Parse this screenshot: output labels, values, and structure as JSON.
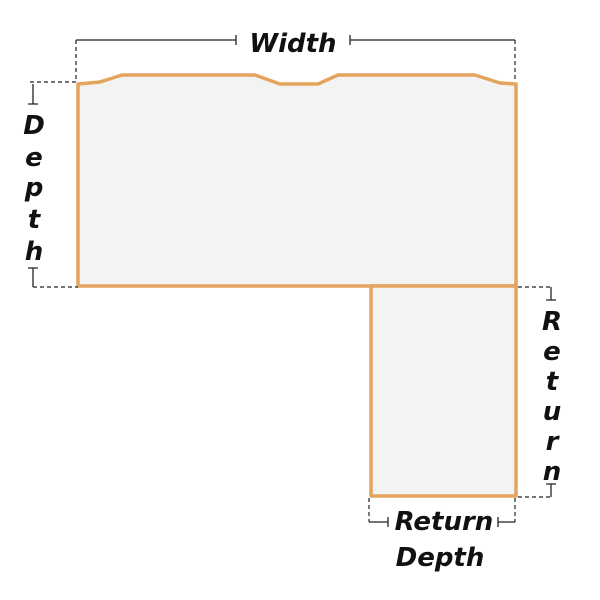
{
  "labels": {
    "width": "Width",
    "depth": [
      "D",
      "e",
      "p",
      "t",
      "h"
    ],
    "return": [
      "R",
      "e",
      "t",
      "u",
      "r",
      "n"
    ],
    "return_depth_line1": "Return",
    "return_depth_line2": "Depth"
  },
  "colors": {
    "outline": "#e3a45e",
    "fill": "#f3f3f3",
    "text": "#111111"
  }
}
